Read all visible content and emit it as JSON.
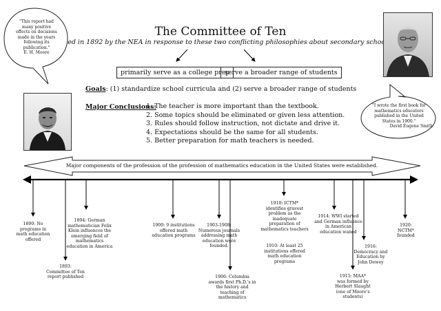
{
  "title": "The Committee of Ten",
  "subtitle": "Formed in 1892 by the NEA in response to these two conflicting philosophies about secondary schools",
  "philosophies": [
    "primarily serve as a college prep",
    "serve a broader range of students"
  ],
  "goals": {
    "label": "Goals",
    "text": ":  (1) standardize school curricula and (2) serve a broader range of students"
  },
  "conclusions": {
    "label": "Major Conclusions:",
    "items": [
      "1.  The teacher is more important than the textbook.",
      "2.  Some topics should be eliminated or given less attention.",
      "3.  Rules should follow instruction, not dictate and drive it.",
      "4.  Expectations should be the same for all students.",
      "5.  Better preparation for math teachers is needed."
    ]
  },
  "quote_left": {
    "lines": [
      "\"This report had",
      "many positive",
      "effects on decisions",
      "made in the years",
      "following its",
      "publication.\""
    ],
    "author": "E. H. Moore"
  },
  "quote_right": {
    "lines": [
      "\"I wrote the first book for",
      "mathematics educators",
      "published in the United",
      "States in 1900.\""
    ],
    "author": "David Eugene Smith"
  },
  "band_text": "Major components of the profession of the profession of mathematics education in the United States were established.",
  "events": [
    {
      "id": "e1890",
      "lines": [
        "1890: No",
        "programs in",
        "math education",
        "offered"
      ]
    },
    {
      "id": "e1893",
      "lines": [
        "1893:",
        "Committee of Ten",
        "report published"
      ]
    },
    {
      "id": "e1894",
      "lines": [
        "1894: German",
        "mathematician Felix",
        "Klein influences the",
        "emerging field of",
        "mathematics",
        "education in America"
      ]
    },
    {
      "id": "e1900",
      "lines": [
        "1900: 9 institutions",
        "offered math",
        "education programs"
      ]
    },
    {
      "id": "e1903",
      "lines": [
        "1903-1908:",
        "Numerous journals",
        "addressing math",
        "education were",
        "founded."
      ]
    },
    {
      "id": "e1906",
      "lines": [
        "1906:  Columbia",
        "awards first Ph.D.'s in",
        "the history and",
        "teaching of",
        "mathematics"
      ]
    },
    {
      "id": "e1910a",
      "lines": [
        "1910: ICTM*",
        "identifies gravest",
        "problem as the",
        "inadequate",
        "preparation of",
        "mathematics teachers"
      ]
    },
    {
      "id": "e1910b",
      "lines": [
        "1910: At least 25",
        "institutions offered",
        "math education",
        "programs"
      ]
    },
    {
      "id": "e1914",
      "lines": [
        "1914: WWI started",
        "and German influence",
        "in American",
        "education waned"
      ]
    },
    {
      "id": "e1915",
      "lines": [
        "1915: MAA*",
        "was formed by",
        "Herbert Slaught",
        "(one of Moore's",
        "students)"
      ]
    },
    {
      "id": "e1916",
      "lines": [
        "1916:",
        "Democracy and",
        "Education by",
        "John Dewey"
      ]
    },
    {
      "id": "e1920",
      "lines": [
        "1920:",
        "NCTM*",
        "founded"
      ]
    }
  ]
}
